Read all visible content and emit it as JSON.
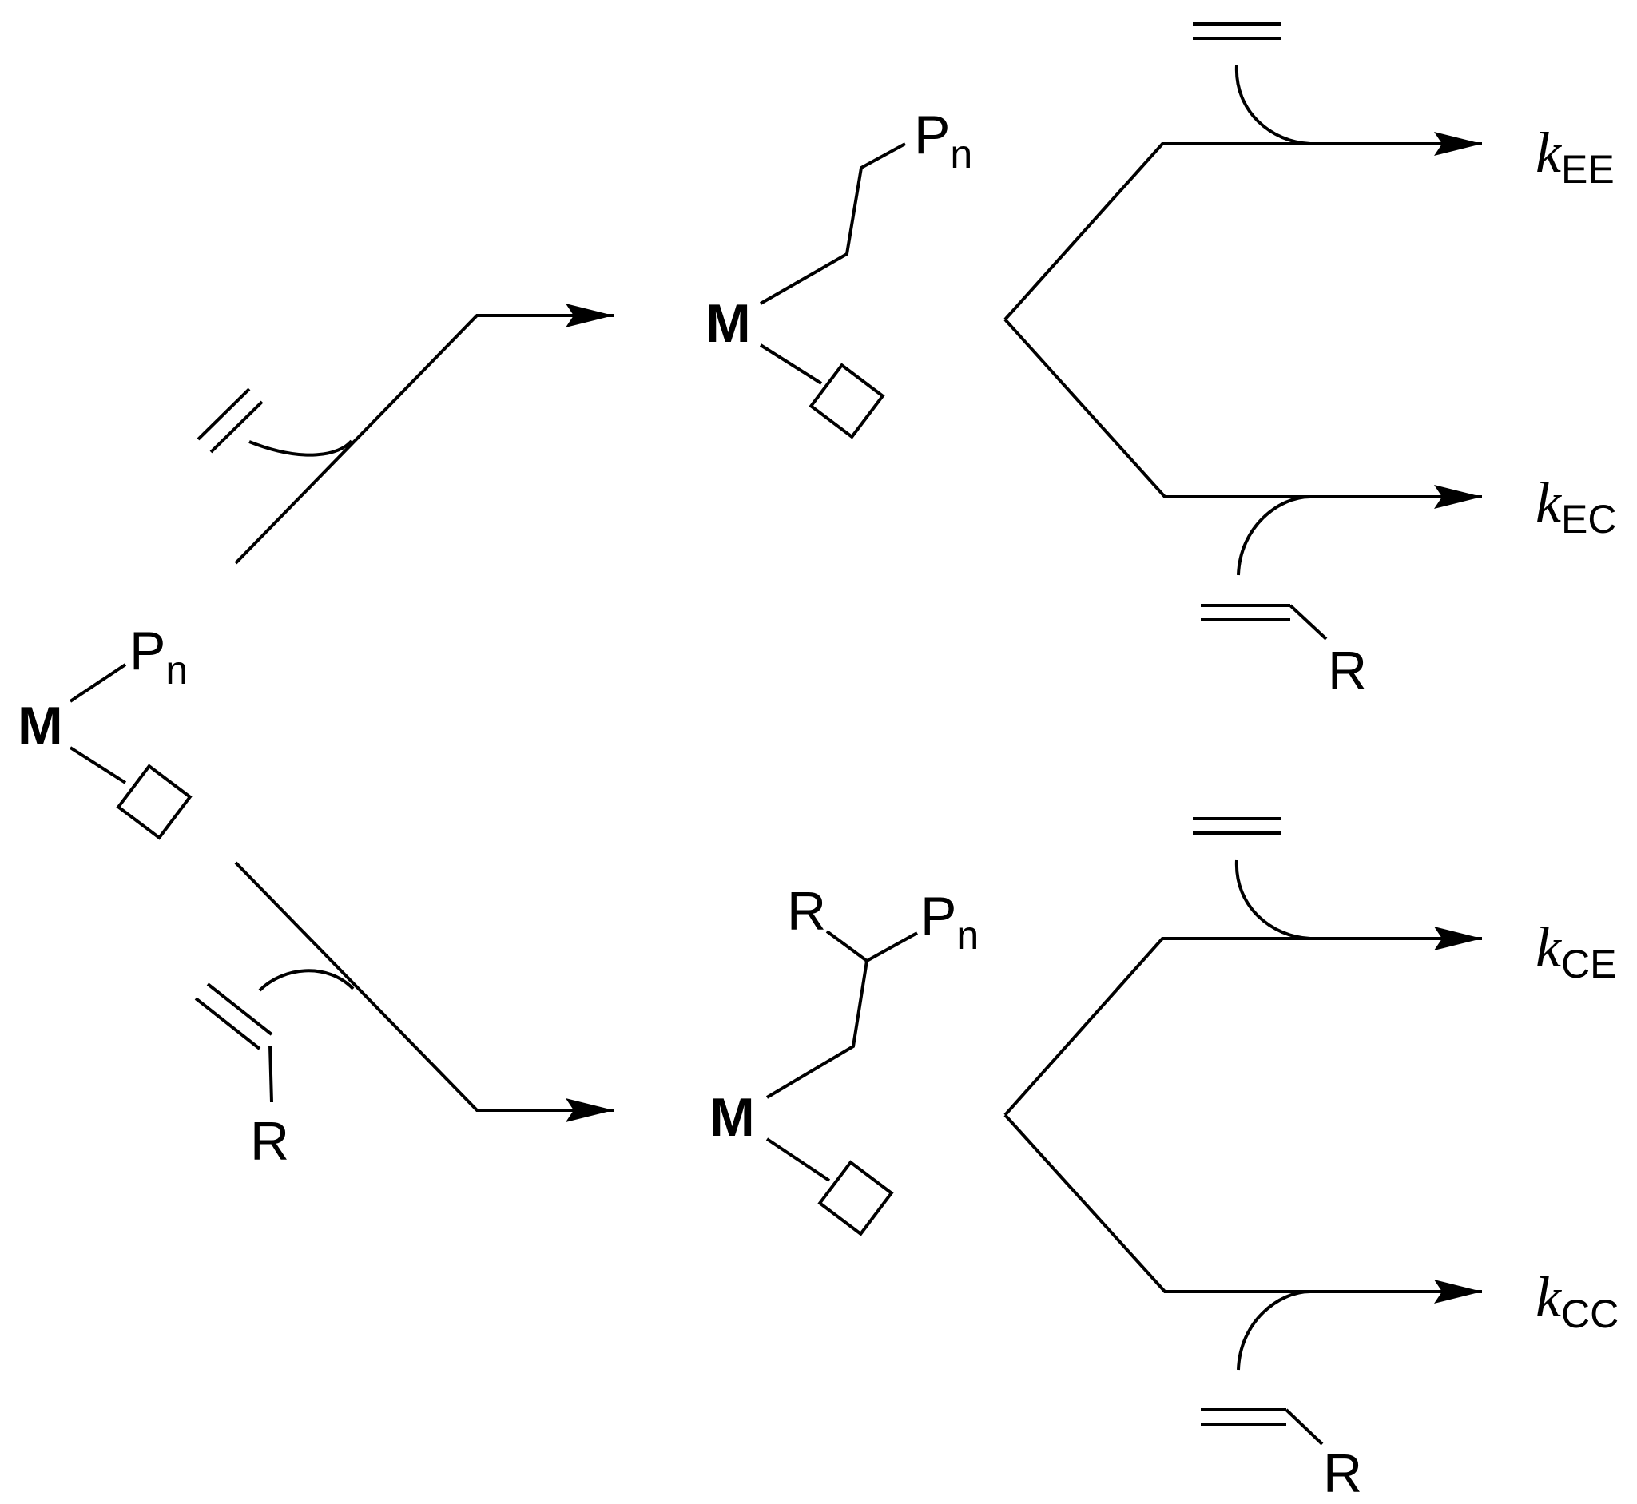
{
  "colors": {
    "ink": "#000000",
    "background": "#ffffff"
  },
  "labels": {
    "metal": "M",
    "polymer": "P",
    "polymer_sub": "n",
    "substituent": "R",
    "k": "k"
  },
  "rate_constants": [
    {
      "sub": "EE"
    },
    {
      "sub": "EC"
    },
    {
      "sub": "CE"
    },
    {
      "sub": "CC"
    }
  ]
}
